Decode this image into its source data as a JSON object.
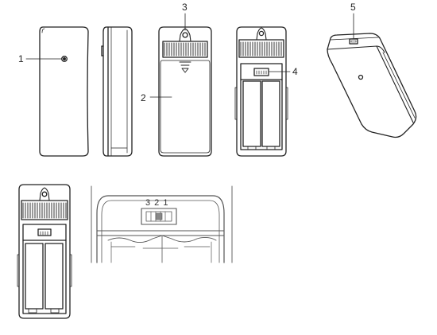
{
  "callouts": [
    {
      "id": "1"
    },
    {
      "id": "2"
    },
    {
      "id": "3"
    },
    {
      "id": "4"
    },
    {
      "id": "5"
    }
  ],
  "channel_selector_digits": "3 2 1"
}
